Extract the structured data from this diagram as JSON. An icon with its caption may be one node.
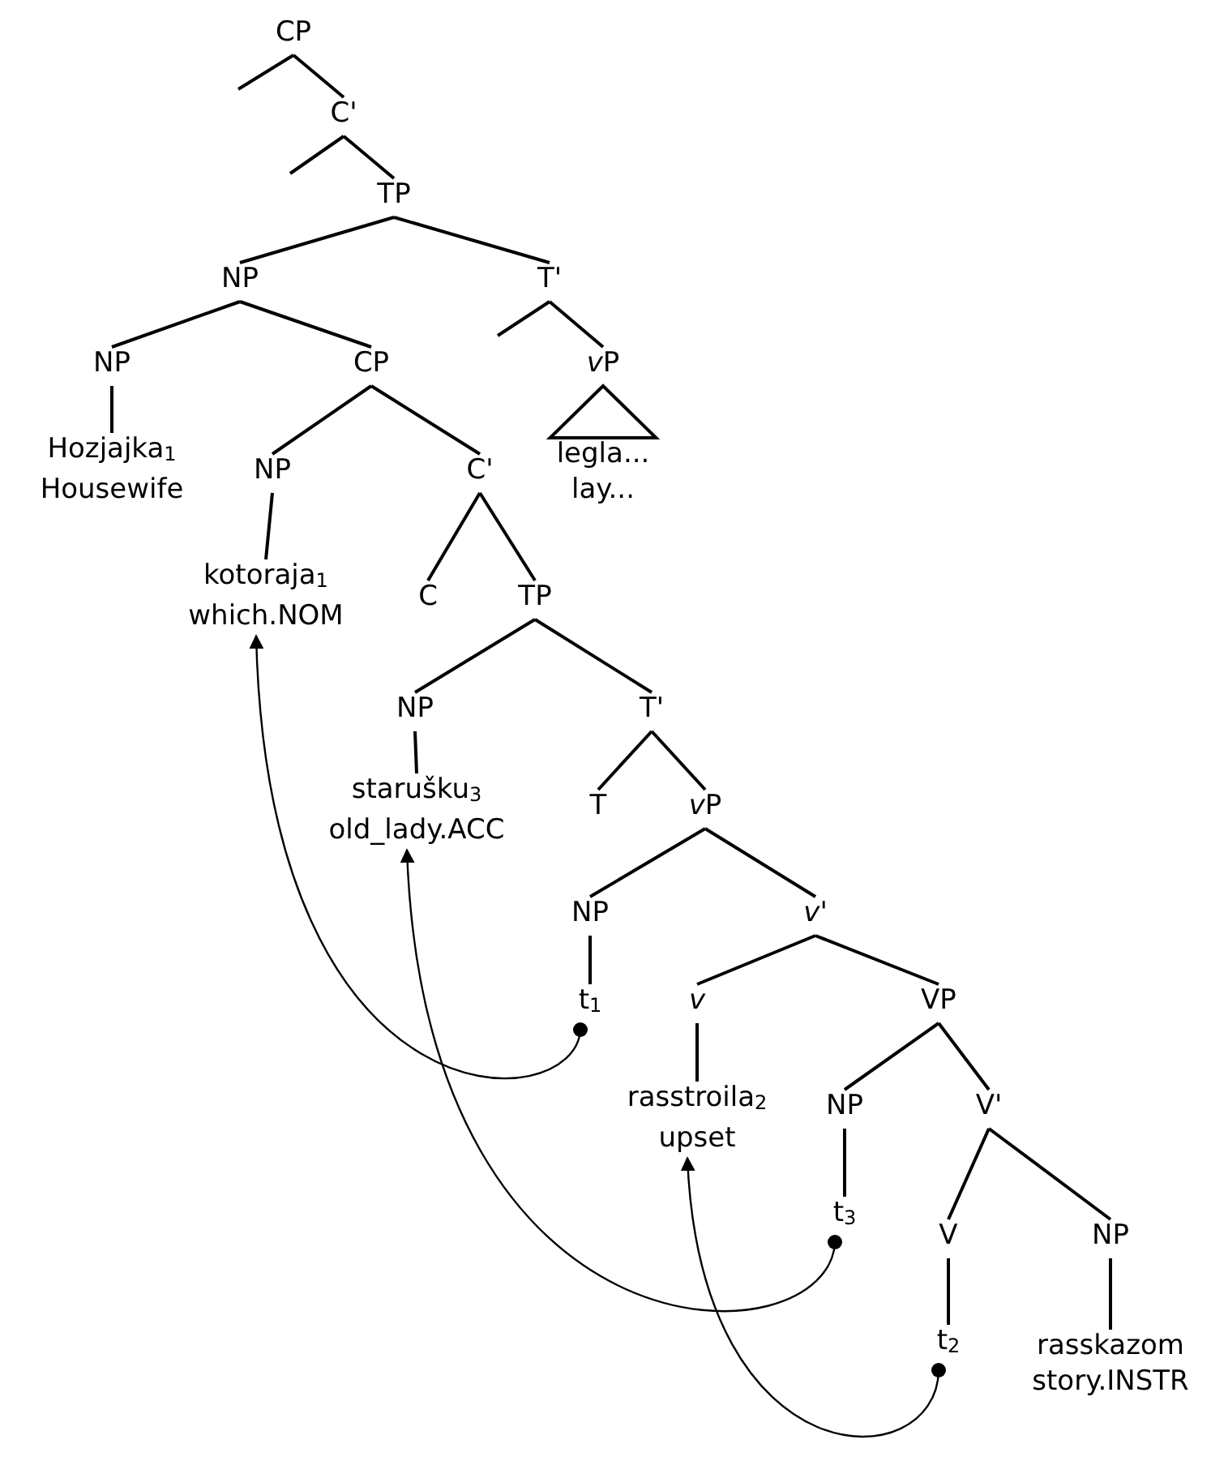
{
  "diagram": {
    "nodes": [
      {
        "text": [
          "CP"
        ]
      },
      {
        "text": [
          "C'"
        ]
      },
      {
        "text": [
          "TP"
        ]
      },
      {
        "text": [
          "NP"
        ]
      },
      {
        "text": [
          "T'"
        ]
      },
      {
        "text": [
          "NP"
        ]
      },
      {
        "text": [
          "CP"
        ]
      },
      {
        "text": [
          "vP"
        ]
      },
      {
        "text": [
          "Hozjajka$_{1}$",
          "Housewife"
        ]
      },
      {
        "text": [
          "NP"
        ]
      },
      {
        "text": [
          "C'"
        ]
      },
      {
        "text": [
          "legla...",
          "lay..."
        ]
      },
      {
        "text": [
          "kotoraja$_{1}$",
          "which.NOM"
        ]
      },
      {
        "text": [
          "C"
        ]
      },
      {
        "text": [
          "TP"
        ]
      },
      {
        "text": [
          "NP"
        ]
      },
      {
        "text": [
          "T'"
        ]
      },
      {
        "text": [
          "starušku$_{3}$",
          "old_lady.ACC"
        ]
      },
      {
        "text": [
          "T"
        ]
      },
      {
        "text": [
          "vP"
        ]
      },
      {
        "text": [
          "NP"
        ]
      },
      {
        "text": [
          "v'"
        ]
      },
      {
        "text": [
          "t$_{1}$"
        ]
      },
      {
        "text": [
          "v"
        ]
      },
      {
        "text": [
          "VP"
        ]
      },
      {
        "text": [
          "rasstroila$_{2}$",
          "upset"
        ]
      },
      {
        "text": [
          "NP"
        ]
      },
      {
        "text": [
          "V'"
        ]
      },
      {
        "text": [
          "t$_{3}$"
        ]
      },
      {
        "text": [
          "V"
        ]
      },
      {
        "text": [
          "NP"
        ]
      },
      {
        "text": [
          "t$_{2}$"
        ]
      },
      {
        "text": [
          "rasskazom",
          "story.INSTR"
        ]
      }
    ],
    "edges": [
      {
        "from": 0,
        "to": null,
        "arrow": "none"
      },
      {
        "from": 0,
        "to": 1,
        "arrow": "none"
      },
      {
        "from": 1,
        "to": null,
        "arrow": "none"
      },
      {
        "from": 1,
        "to": 2,
        "arrow": "none"
      },
      {
        "from": 2,
        "to": 3,
        "arrow": "none"
      },
      {
        "from": 2,
        "to": 4,
        "arrow": "none"
      },
      {
        "from": 3,
        "to": 5,
        "arrow": "none"
      },
      {
        "from": 3,
        "to": 6,
        "arrow": "none"
      },
      {
        "from": 4,
        "to": null,
        "arrow": "none"
      },
      {
        "from": 4,
        "to": 7,
        "arrow": "none"
      },
      {
        "from": 5,
        "to": 8,
        "arrow": "none"
      },
      {
        "from": 6,
        "to": 9,
        "arrow": "none"
      },
      {
        "from": 6,
        "to": 10,
        "arrow": "none"
      },
      {
        "from": 7,
        "to": 11,
        "arrow": "none"
      },
      {
        "from": 9,
        "to": 12,
        "arrow": "none"
      },
      {
        "from": 10,
        "to": 13,
        "arrow": "none"
      },
      {
        "from": 10,
        "to": 14,
        "arrow": "none"
      },
      {
        "from": 14,
        "to": 15,
        "arrow": "none"
      },
      {
        "from": 14,
        "to": 16,
        "arrow": "none"
      },
      {
        "from": 15,
        "to": 17,
        "arrow": "none"
      },
      {
        "from": 16,
        "to": 18,
        "arrow": "none"
      },
      {
        "from": 16,
        "to": 19,
        "arrow": "none"
      },
      {
        "from": 19,
        "to": 20,
        "arrow": "none"
      },
      {
        "from": 19,
        "to": 21,
        "arrow": "none"
      },
      {
        "from": 20,
        "to": 22,
        "arrow": "none"
      },
      {
        "from": 21,
        "to": 23,
        "arrow": "none"
      },
      {
        "from": 21,
        "to": 24,
        "arrow": "none"
      },
      {
        "from": 23,
        "to": 25,
        "arrow": "none"
      },
      {
        "from": 24,
        "to": 26,
        "arrow": "none"
      },
      {
        "from": 24,
        "to": 27,
        "arrow": "none"
      },
      {
        "from": 26,
        "to": 28,
        "arrow": "none"
      },
      {
        "from": 27,
        "to": 29,
        "arrow": "none"
      },
      {
        "from": 27,
        "to": 30,
        "arrow": "none"
      },
      {
        "from": 29,
        "to": 31,
        "arrow": "none"
      },
      {
        "from": 30,
        "to": 32,
        "arrow": "none"
      },
      {
        "from": 22,
        "to": 12,
        "arrow": "to"
      },
      {
        "from": 28,
        "to": 17,
        "arrow": "to"
      },
      {
        "from": 31,
        "to": 25,
        "arrow": "to"
      }
    ]
  }
}
